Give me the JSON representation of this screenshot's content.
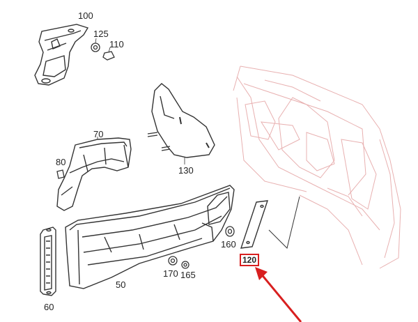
{
  "labels": {
    "p100": "100",
    "p125": "125",
    "p110": "110",
    "p130": "130",
    "p70": "70",
    "p80": "80",
    "p160": "160",
    "p170": "170",
    "p165": "165",
    "p50": "50",
    "p60": "60"
  },
  "highlight": {
    "text": "120",
    "color": "#d81f1f"
  },
  "colors": {
    "line": "#333333",
    "body_outline": "#e3a0a0",
    "accent_red": "#d81f1f"
  }
}
